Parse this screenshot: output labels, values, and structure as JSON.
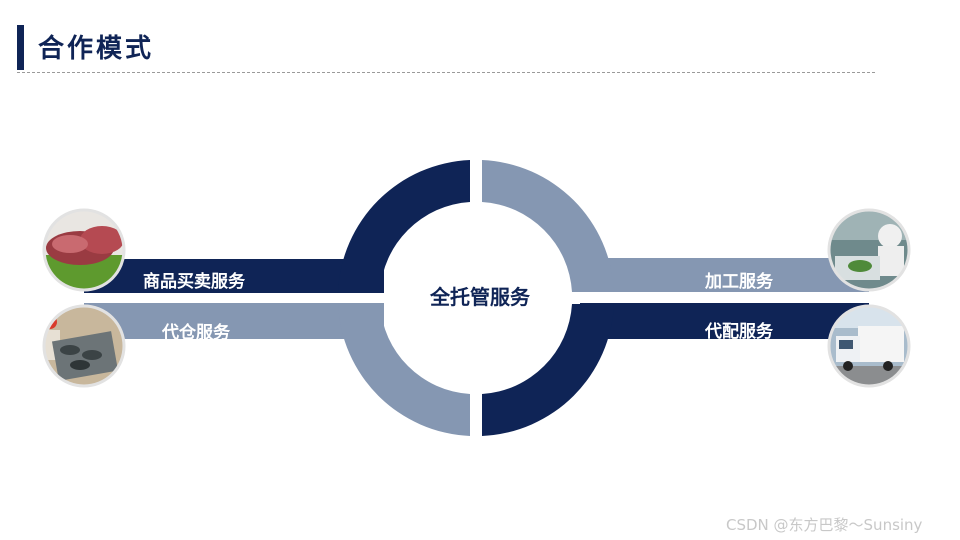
{
  "slide": {
    "title": "合作模式",
    "center_label": "全托管服务",
    "services": {
      "left_top": "商品买卖服务",
      "left_bottom": "代仓服务",
      "right_top": "加工服务",
      "right_bottom": "代配服务"
    }
  },
  "colors": {
    "navy": "#0f2456",
    "steel": "#8597b2"
  },
  "watermark": "CSDN @东方巴黎～Sunsiny"
}
